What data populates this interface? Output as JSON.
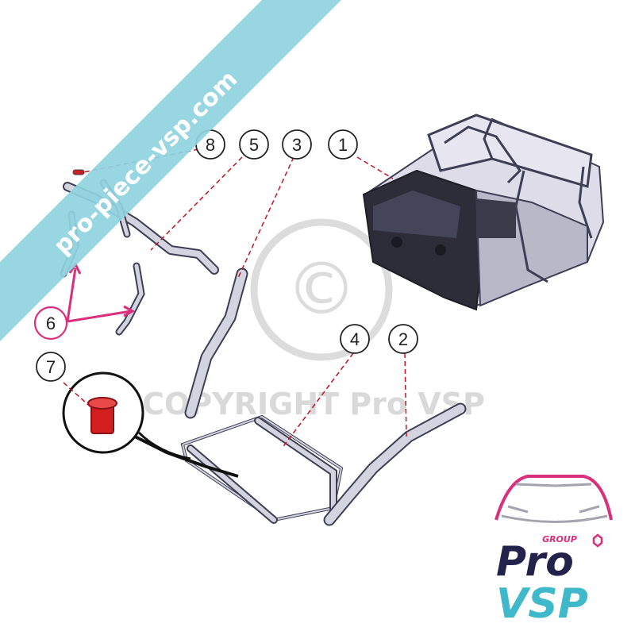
{
  "banner": {
    "text": "pro-piece-vsp.com",
    "color": "#8fd3df"
  },
  "watermark": {
    "copyright_symbol": "©",
    "text": "COPYRIGHT Pro VSP",
    "color": "#d9d9d9"
  },
  "callouts": [
    {
      "label": "8"
    },
    {
      "label": "5"
    },
    {
      "label": "3"
    },
    {
      "label": "1"
    },
    {
      "label": "6"
    },
    {
      "label": "7"
    },
    {
      "label": "4"
    },
    {
      "label": "2"
    }
  ],
  "logo": {
    "group": "GROUP",
    "line1": "Pro",
    "line2": "VSP",
    "colors": {
      "navy": "#22224a",
      "pink": "#d92f7c",
      "teal": "#3fb8c9",
      "grey": "#a4a4ae"
    }
  },
  "colors": {
    "leader": "#c0142a",
    "callout_6": "#d92f7c",
    "part": "#c9c8d6",
    "part_stroke": "#3e3e55",
    "red_part": "#d31f20"
  }
}
